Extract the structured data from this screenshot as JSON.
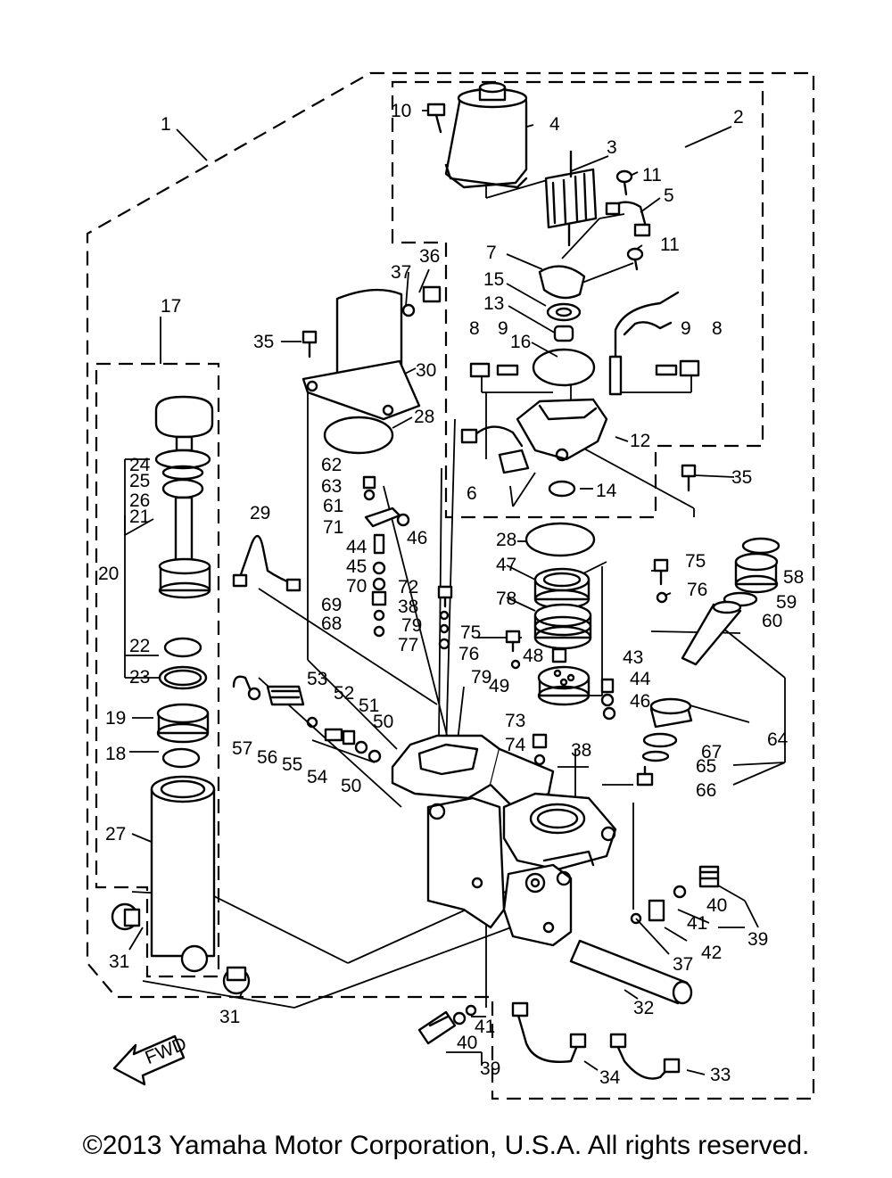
{
  "labels": {
    "l1": "1",
    "l2": "2",
    "l3": "3",
    "l4": "4",
    "l5": "5",
    "l6": "6",
    "l7": "7",
    "l8a": "8",
    "l8b": "8",
    "l9a": "9",
    "l9b": "9",
    "l10": "10",
    "l11a": "11",
    "l11b": "11",
    "l12": "12",
    "l13": "13",
    "l14": "14",
    "l15": "15",
    "l16": "16",
    "l17": "17",
    "l18": "18",
    "l19": "19",
    "l20": "20",
    "l21": "21",
    "l22": "22",
    "l23": "23",
    "l24": "24",
    "l25": "25",
    "l26": "26",
    "l27": "27",
    "l28a": "28",
    "l28b": "28",
    "l29": "29",
    "l30": "30",
    "l31a": "31",
    "l31b": "31",
    "l32": "32",
    "l33": "33",
    "l34": "34",
    "l35a": "35",
    "l35b": "35",
    "l36": "36",
    "l37a": "37",
    "l37b": "37",
    "l38a": "38",
    "l38b": "38",
    "l39a": "39",
    "l39b": "39",
    "l40a": "40",
    "l40b": "40",
    "l41a": "41",
    "l41b": "41",
    "l42": "42",
    "l43": "43",
    "l44a": "44",
    "l44b": "44",
    "l45": "45",
    "l46a": "46",
    "l46b": "46",
    "l47": "47",
    "l48": "48",
    "l49": "49",
    "l50a": "50",
    "l50b": "50",
    "l51": "51",
    "l52": "52",
    "l53": "53",
    "l54": "54",
    "l55": "55",
    "l56": "56",
    "l57": "57",
    "l58": "58",
    "l59": "59",
    "l60": "60",
    "l61": "61",
    "l62": "62",
    "l63": "63",
    "l64": "64",
    "l65": "65",
    "l66": "66",
    "l67": "67",
    "l68": "68",
    "l69": "69",
    "l70": "70",
    "l71": "71",
    "l72": "72",
    "l73": "73",
    "l74": "74",
    "l75a": "75",
    "l75b": "75",
    "l76a": "76",
    "l76b": "76",
    "l77": "77",
    "l78": "78",
    "l79a": "79",
    "l79b": "79"
  },
  "fwd_label": "FWD",
  "copyright": "©2013 Yamaha Motor Corporation, U.S.A. All rights reserved."
}
